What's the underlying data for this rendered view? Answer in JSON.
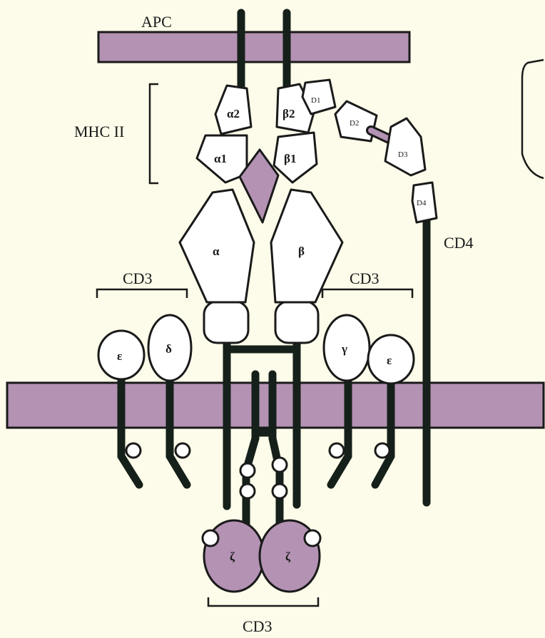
{
  "labels": {
    "apc": "APC",
    "mhc": "MHC II",
    "cd4": "CD4",
    "cd3_left": "CD3",
    "cd3_right": "CD3",
    "cd3_bottom": "CD3"
  },
  "domains": {
    "alpha2": "α2",
    "beta2": "β2",
    "alpha1": "α1",
    "beta1": "β1",
    "tcr_alpha": "α",
    "tcr_beta": "β",
    "epsilon_left": "ε",
    "delta": "δ",
    "gamma": "γ",
    "epsilon_right": "ε",
    "zeta_left": "ζ",
    "zeta_right": "ζ",
    "d1": "D1",
    "d2": "D2",
    "d3": "D3",
    "d4": "D4"
  },
  "colors": {
    "membrane": "#b392b3",
    "background": "#fdfbe9",
    "chain": "#16201a"
  }
}
